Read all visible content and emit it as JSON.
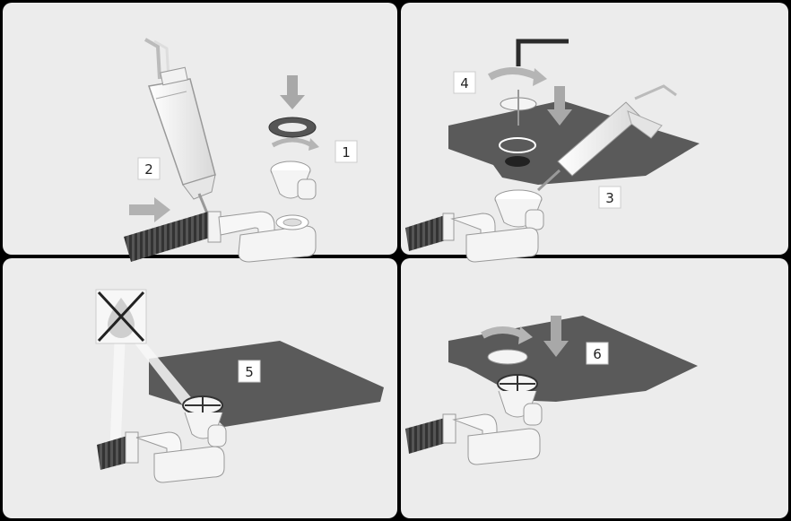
{
  "panels": [
    {
      "id": "top-left",
      "steps": [
        "1",
        "2"
      ]
    },
    {
      "id": "top-right",
      "steps": [
        "3",
        "4"
      ]
    },
    {
      "id": "bottom-left",
      "steps": [
        "5"
      ]
    },
    {
      "id": "bottom-right",
      "steps": [
        "6"
      ]
    }
  ],
  "step_labels": {
    "s1": "1",
    "s2": "2",
    "s3": "3",
    "s4": "4",
    "s5": "5",
    "s6": "6"
  },
  "colors": {
    "panel_bg": "#ececec",
    "frame": "#000000",
    "countertop": "#5a5a5a",
    "hose": "#4a4a4a",
    "part_fill": "#f7f7f7",
    "part_stroke": "#9a9a9a",
    "arrow": "#a8a8a8",
    "label_box": "#ffffff"
  },
  "icons": [
    "syringe-icon",
    "hose-icon",
    "trap-pipe-icon",
    "gasket-icon",
    "hex-key-icon",
    "drain-grate-icon",
    "no-water-icon"
  ]
}
